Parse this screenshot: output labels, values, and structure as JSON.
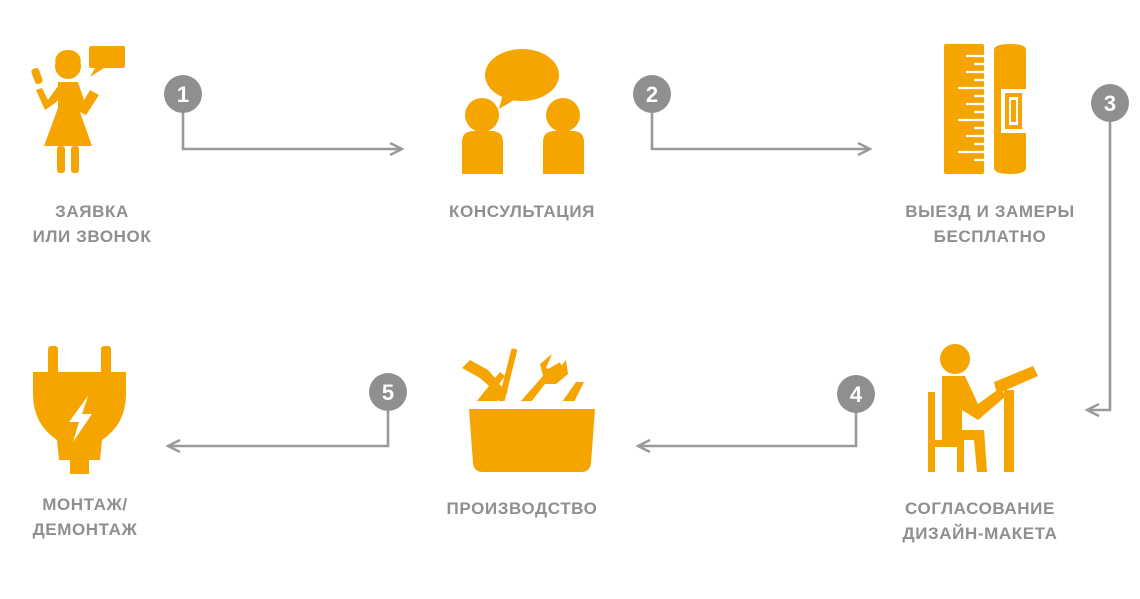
{
  "colors": {
    "icon": "#F6A500",
    "connector": "#9a9a9a",
    "badge": "#8f8f8f",
    "label": "#8f8f8f"
  },
  "steps": [
    {
      "icon": "woman-phone-icon",
      "lines": [
        "ЗАЯВКА",
        "ИЛИ ЗВОНОК"
      ]
    },
    {
      "icon": "consultation-icon",
      "lines": [
        "КОНСУЛЬТАЦИЯ"
      ]
    },
    {
      "icon": "ruler-level-icon",
      "lines": [
        "ВЫЕЗД И ЗАМЕРЫ",
        "БЕСПЛАТНО"
      ]
    },
    {
      "icon": "designer-desk-icon",
      "lines": [
        "СОГЛАСОВАНИЕ",
        "ДИЗАЙН-МАКЕТА"
      ]
    },
    {
      "icon": "toolbox-icon",
      "lines": [
        "ПРОИЗВОДСТВО"
      ]
    },
    {
      "icon": "electric-plug-icon",
      "lines": [
        "МОНТАЖ/",
        "ДЕМОНТАЖ"
      ]
    }
  ],
  "badges": [
    "1",
    "2",
    "3",
    "4",
    "5"
  ]
}
